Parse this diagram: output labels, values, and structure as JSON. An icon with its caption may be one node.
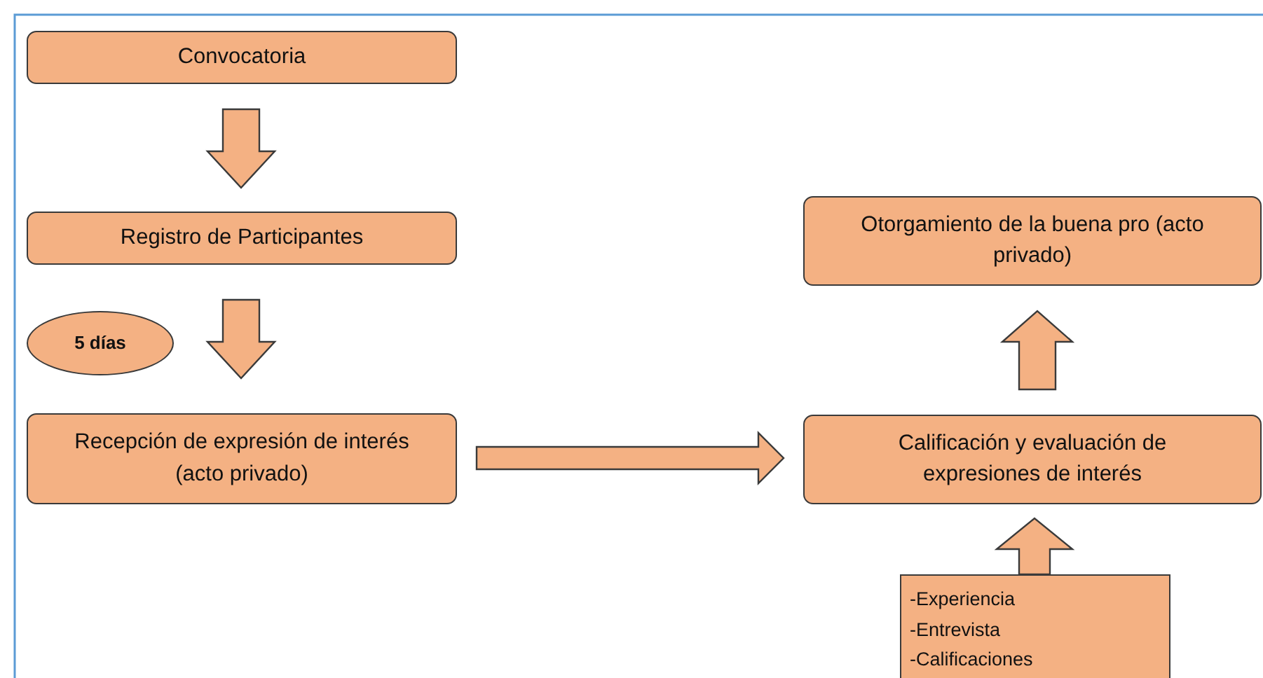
{
  "diagram": {
    "nodes": [
      {
        "text": [
          "Convocatoria"
        ]
      },
      {
        "text": [
          "Registro de Participantes"
        ]
      },
      {
        "text": [
          "5 días"
        ]
      },
      {
        "text": [
          "Recepción de expresión de interés (acto privado)"
        ]
      },
      {
        "text": [
          "Otorgamiento de la buena pro (acto privado)"
        ]
      },
      {
        "text": [
          "Calificación y evaluación de expresiones de interés"
        ]
      },
      {
        "text": [
          "-Experiencia",
          "-Entrevista",
          "-Calificaciones"
        ]
      }
    ],
    "edges": [
      {
        "from": 0,
        "to": 1,
        "arrow": "to"
      },
      {
        "from": 1,
        "to": 3,
        "arrow": "to"
      },
      {
        "from": 3,
        "to": 5,
        "arrow": "to"
      },
      {
        "from": 5,
        "to": 4,
        "arrow": "to"
      },
      {
        "from": 6,
        "to": 5,
        "arrow": "to"
      }
    ]
  }
}
